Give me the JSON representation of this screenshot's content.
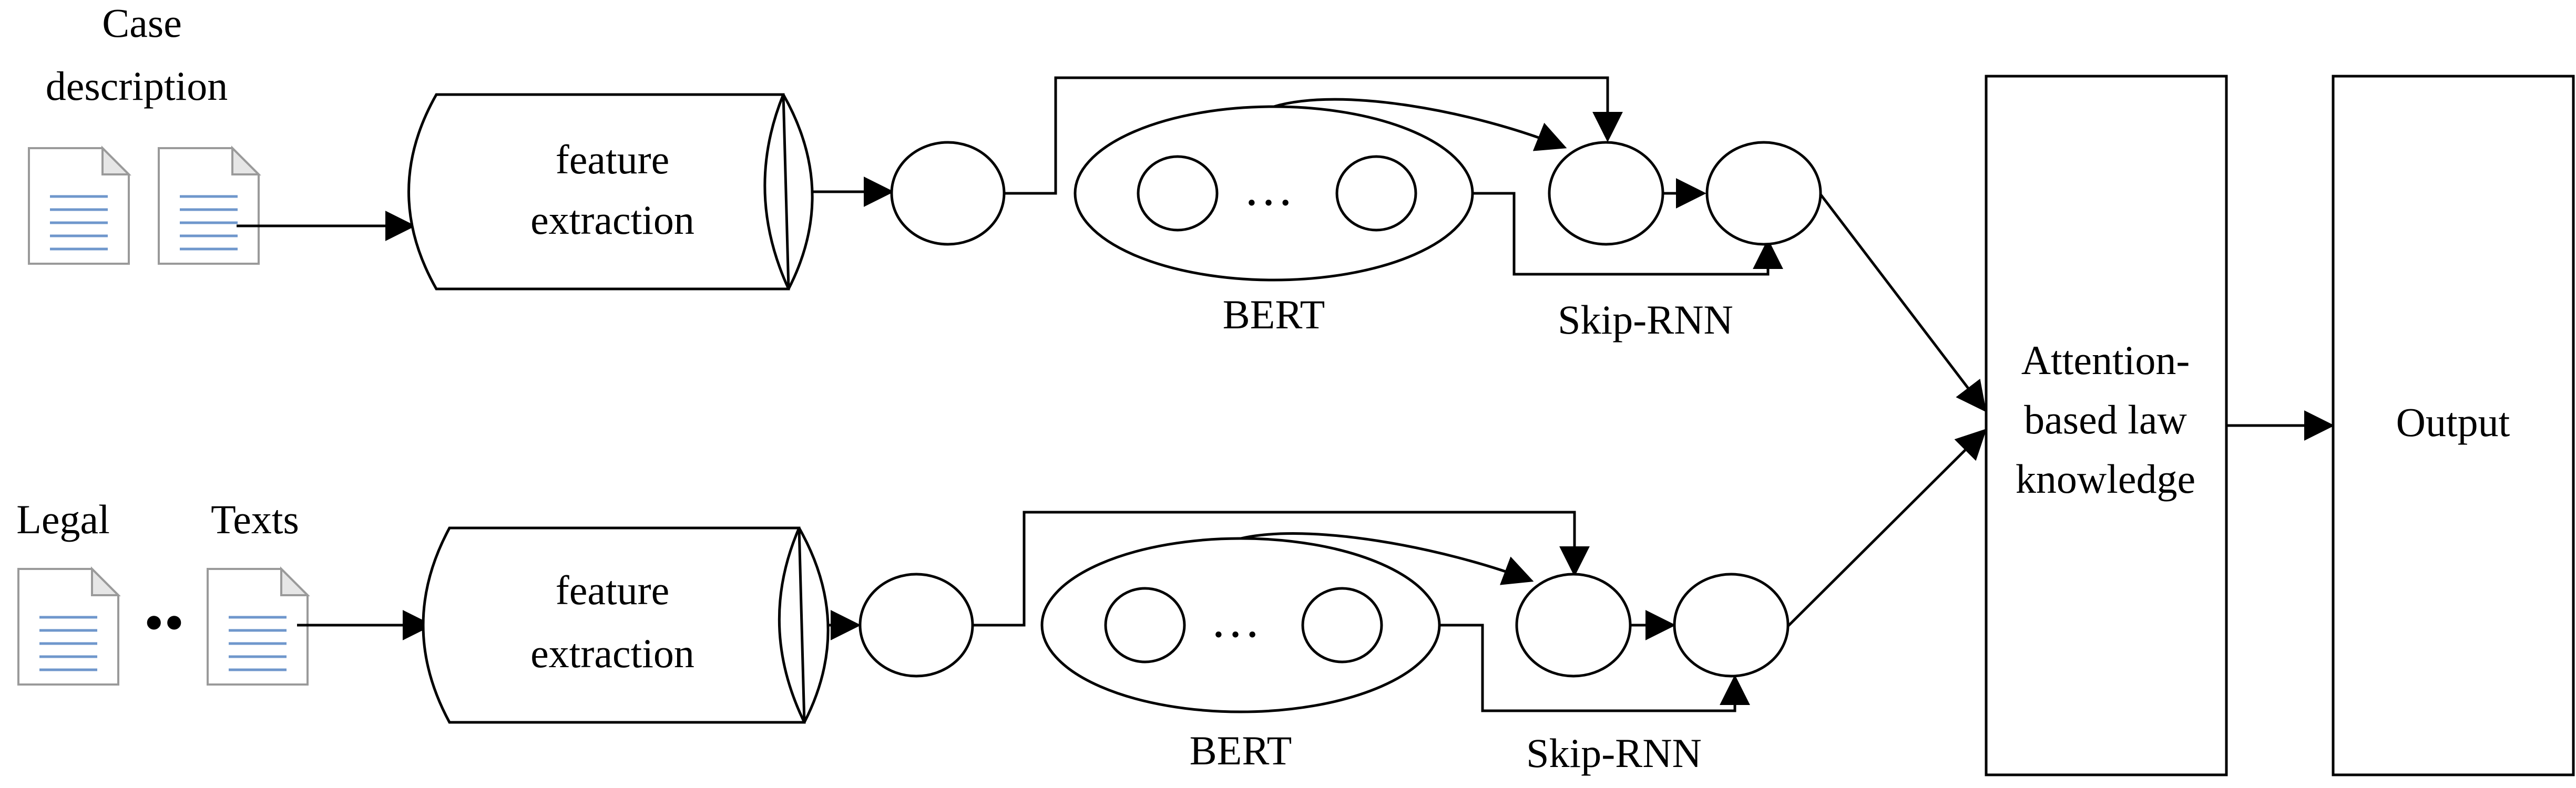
{
  "inputs": {
    "top_label_line1": "Case",
    "top_label_line2": "description",
    "bottom_label_left": "Legal",
    "bottom_label_right": "Texts",
    "ellipsis_dots": "••"
  },
  "top_branch": {
    "feature_line1": "feature",
    "feature_line2": "extraction",
    "bert_ellipsis": "…",
    "bert_label": "BERT",
    "skip_label": "Skip-RNN"
  },
  "bottom_branch": {
    "feature_line1": "feature",
    "feature_line2": "extraction",
    "bert_ellipsis": "…",
    "bert_label": "BERT",
    "skip_label": "Skip-RNN"
  },
  "attention": {
    "line1": "Attention-",
    "line2": "based law",
    "line3": "knowledge"
  },
  "output": {
    "label": "Output"
  }
}
